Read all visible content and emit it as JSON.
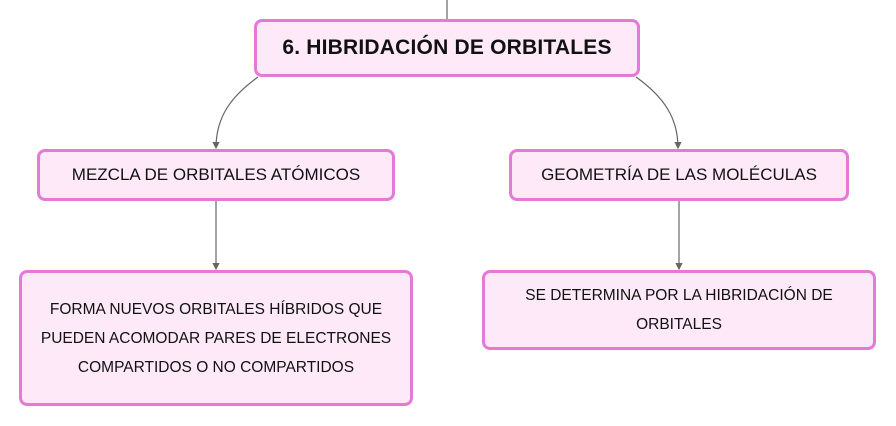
{
  "diagram": {
    "root": {
      "label": "6. HIBRIDACIÓN DE ORBITALES"
    },
    "branches": [
      {
        "label": "MEZCLA DE ORBITALES ATÓMICOS",
        "child": {
          "label": "FORMA NUEVOS ORBITALES HÍBRIDOS QUE PUEDEN ACOMODAR PARES DE ELECTRONES COMPARTIDOS O NO COMPARTIDOS"
        }
      },
      {
        "label": "GEOMETRÍA DE LAS MOLÉCULAS",
        "child": {
          "label": "SE DETERMINA POR LA HIBRIDACIÓN DE ORBITALES"
        }
      }
    ]
  },
  "colors": {
    "node_fill": "#fde9f8",
    "node_border": "#e47ad6",
    "connector": "#666666"
  }
}
